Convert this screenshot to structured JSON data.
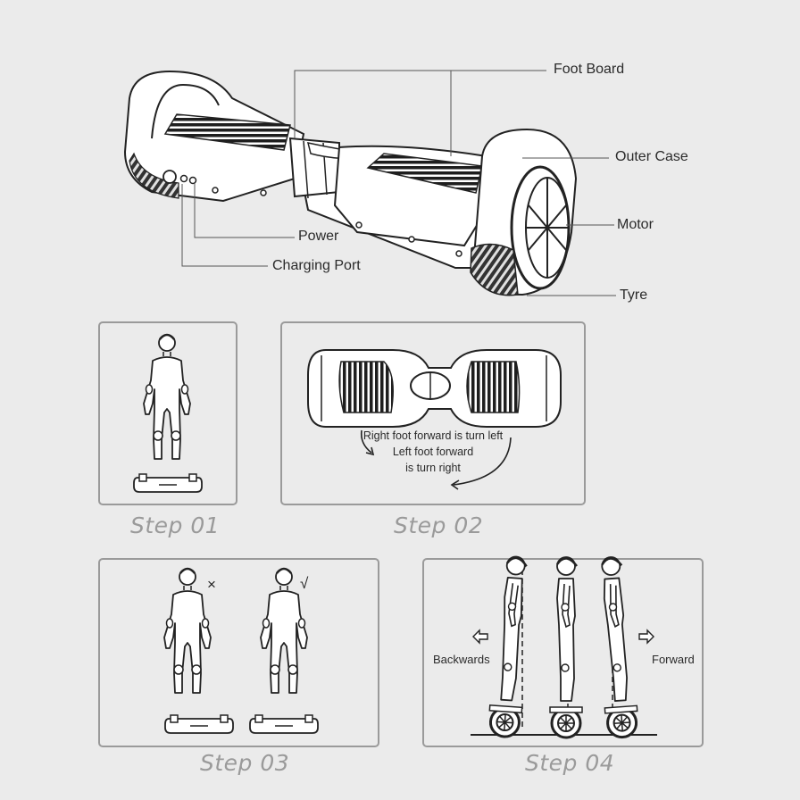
{
  "callouts": {
    "foot_board": "Foot Board",
    "outer_case": "Outer Case",
    "motor": "Motor",
    "tyre": "Tyre",
    "power": "Power",
    "charging_port": "Charging Port"
  },
  "step02": {
    "line1": "Right foot forward is turn left",
    "line2": "Left foot forward",
    "line3": "is turn right"
  },
  "step03": {
    "wrong_mark": "×",
    "right_mark": "√"
  },
  "step04": {
    "backwards": "Backwards",
    "forward": "Forward"
  },
  "steps": [
    "Step 01",
    "Step 02",
    "Step 03",
    "Step 04"
  ]
}
